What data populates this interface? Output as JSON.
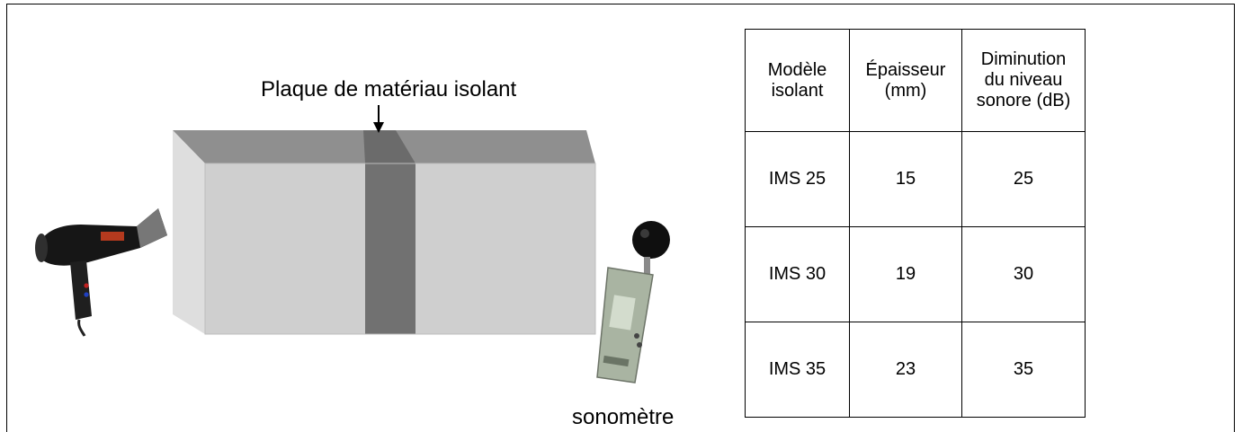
{
  "diagram": {
    "plate_label": "Plaque de matériau isolant",
    "meter_label": "sonomètre"
  },
  "table": {
    "headers": [
      "Modèle\nisolant",
      "Épaisseur\n(mm)",
      "Diminution\ndu niveau\nsonore (dB)"
    ],
    "rows": [
      [
        "IMS 25",
        "15",
        "25"
      ],
      [
        "IMS 30",
        "19",
        "30"
      ],
      [
        "IMS 35",
        "23",
        "35"
      ]
    ]
  }
}
